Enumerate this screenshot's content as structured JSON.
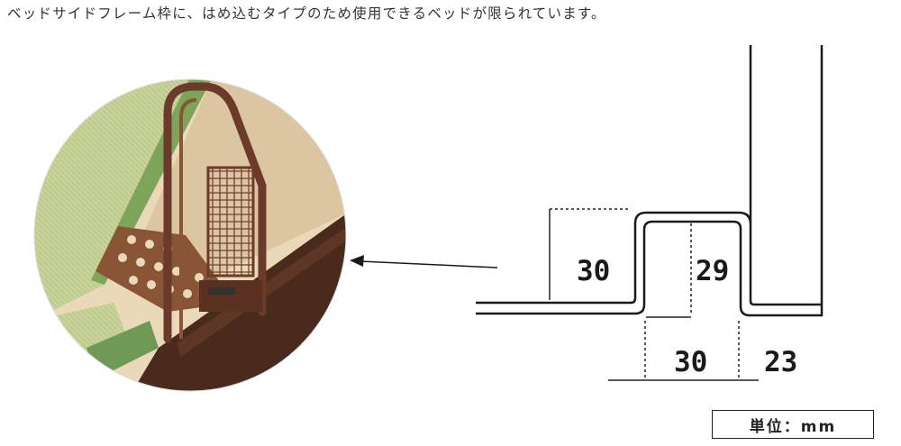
{
  "caption": "ベッドサイドフレーム枠に、はめ込むタイプのため使用できるベッドが限られています。",
  "dimensions": {
    "step_height": "30",
    "channel_depth": "29",
    "channel_width": "30",
    "channel_to_wall": "23"
  },
  "unit_label": "単位：mm",
  "colors": {
    "line": "#1a1a1a",
    "frame_bronze": "#6b3a2a",
    "tatami": "#c9d49a",
    "board": "#dcc6a1"
  }
}
